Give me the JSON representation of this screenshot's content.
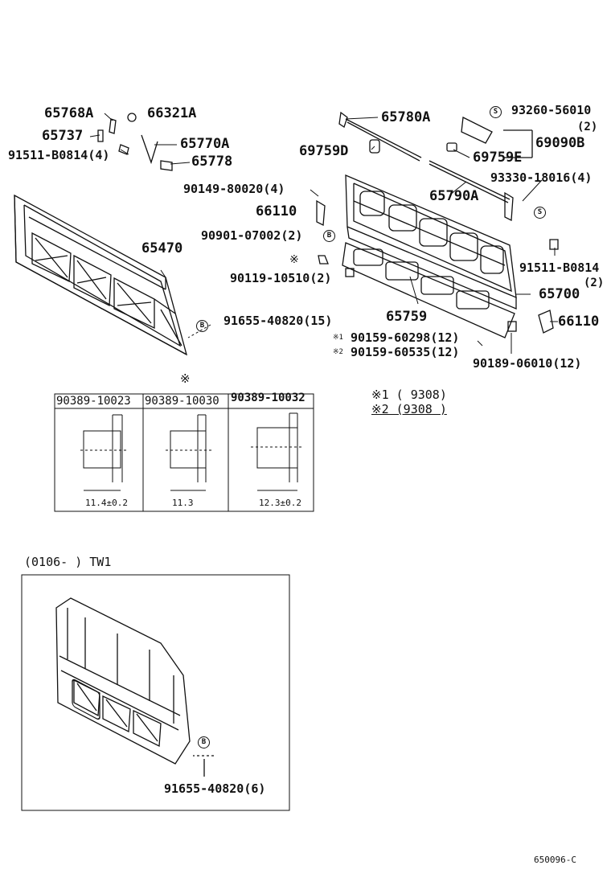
{
  "labels": {
    "p65768A": "65768A",
    "p66321A": "66321A",
    "p65737": "65737",
    "p91511_4": "91511-B0814(4)",
    "p65770A": "65770A",
    "p65778": "65778",
    "p65780A": "65780A",
    "p93260": "93260-56010",
    "p93260q": "(2)",
    "p69090B": "69090B",
    "p69759D": "69759D",
    "p69759E": "69759E",
    "p93330": "93330-18016(4)",
    "p90149": "90149-80020(4)",
    "p65790A": "65790A",
    "p66110a": "66110",
    "p90901": "90901-07002(2)",
    "p65470": "65470",
    "p91511r": "91511-B0814",
    "p91511rq": "(2)",
    "p90119": "90119-10510(2)",
    "p65700": "65700",
    "p65759": "65759",
    "p66110b": "66110",
    "p91655a": "91655-40820(15)",
    "p90159a": "90159-60298(12)",
    "p90159b": "90159-60535(12)",
    "p90189": "90189-06010(12)",
    "t1": "90389-10023",
    "t2": "90389-10030",
    "t3": "90389-10032",
    "d1": "11.4±0.2",
    "d2": "11.3",
    "d3": "12.3±0.2",
    "note1": "※1 (      9308)",
    "note2": "※2 (9308      )",
    "inset_title": "(0106-      ) TW1",
    "p91655b": "91655-40820(6)",
    "figure_code": "650096-C"
  },
  "marks": {
    "ref": "※",
    "ref1": "※1",
    "ref2": "※2",
    "S": "S",
    "B": "B"
  }
}
